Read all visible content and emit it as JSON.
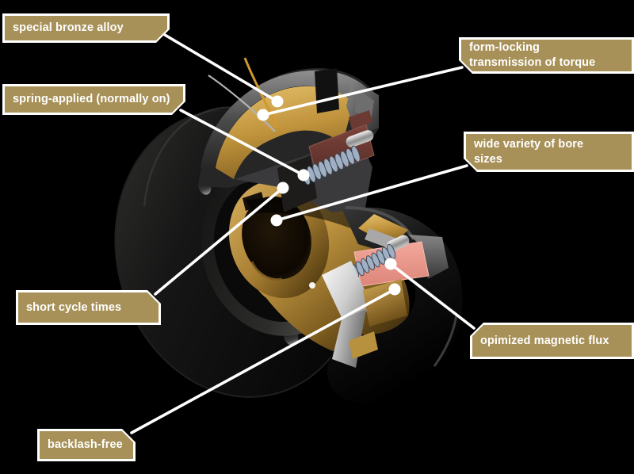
{
  "diagram_subject": "spring-applied electromagnetic brake cutaway",
  "colors": {
    "background": "#000000",
    "label_fill": "#a89158",
    "label_border": "#ffffff",
    "label_text": "#ffffff",
    "leader_line": "#ffffff",
    "bronze": "#c79b44",
    "coil_pink": "#efa093",
    "coil_maroon": "#6e3c34",
    "spring_blue_gray": "#9fb0c4",
    "metal_silver": "#d9d9d9",
    "housing_dark": "#1a1a1a"
  },
  "callouts": [
    {
      "id": "special-bronze-alloy",
      "label": "special bronze alloy"
    },
    {
      "id": "spring-applied",
      "label": "spring-applied (normally on)"
    },
    {
      "id": "form-locking",
      "label": "form-locking\ntransmission of torque"
    },
    {
      "id": "wide-variety-of-bores",
      "label": "wide variety of bore\nsizes"
    },
    {
      "id": "short-cycle-times",
      "label": "short cycle times"
    },
    {
      "id": "optimized-magnetic-flux",
      "label": "opimized magnetic flux"
    },
    {
      "id": "backlash-free",
      "label": "backlash-free"
    }
  ]
}
